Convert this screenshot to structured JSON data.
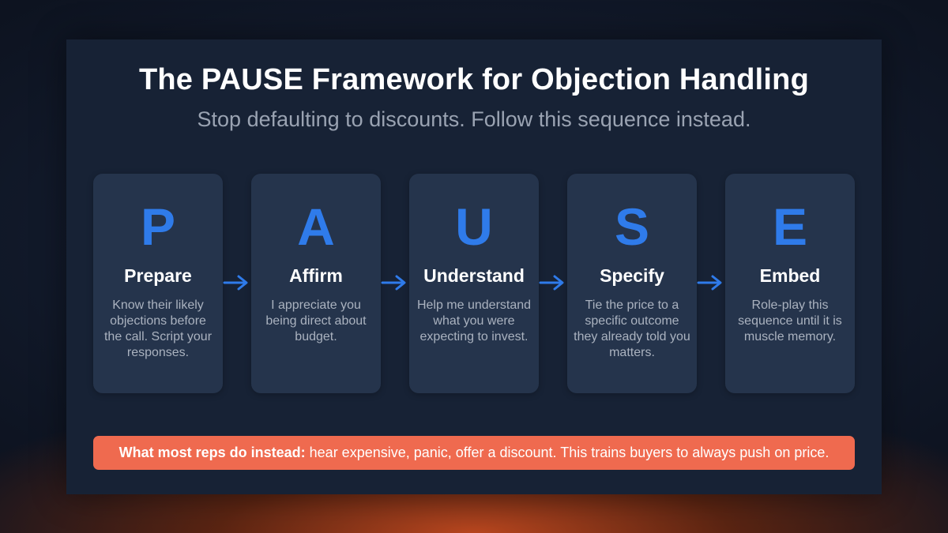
{
  "header": {
    "title": "The PAUSE Framework for Objection Handling",
    "subtitle": "Stop defaulting to discounts. Follow this sequence instead."
  },
  "steps": [
    {
      "letter": "P",
      "name": "Prepare",
      "description": "Know their likely objections before the call. Script your responses."
    },
    {
      "letter": "A",
      "name": "Affirm",
      "description": "I appreciate you being direct about budget."
    },
    {
      "letter": "U",
      "name": "Understand",
      "description": "Help me understand what you were expecting to invest."
    },
    {
      "letter": "S",
      "name": "Specify",
      "description": "Tie the price to a specific outcome they already told you matters."
    },
    {
      "letter": "E",
      "name": "Embed",
      "description": "Role-play this sequence until it is muscle memory."
    }
  ],
  "banner": {
    "lead": "What most reps do instead:",
    "text": " hear expensive, panic, offer a discount. This trains buyers to always push on price."
  },
  "colors": {
    "accent": "#2f7bea",
    "banner": "#ef6a4f",
    "card": "#25344c"
  },
  "icons": {
    "connector": "arrow-right-icon"
  }
}
